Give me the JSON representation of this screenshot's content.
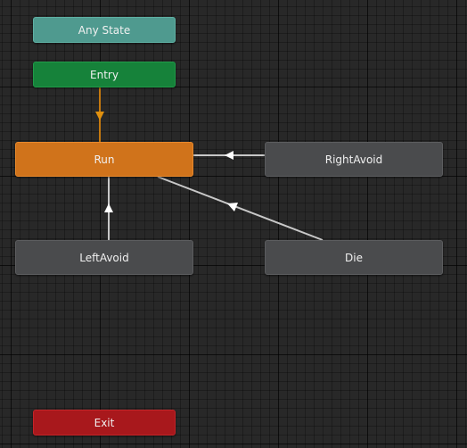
{
  "states": {
    "any_state": {
      "label": "Any State"
    },
    "entry": {
      "label": "Entry"
    },
    "run": {
      "label": "Run"
    },
    "right_avoid": {
      "label": "RightAvoid"
    },
    "left_avoid": {
      "label": "LeftAvoid"
    },
    "die": {
      "label": "Die"
    },
    "exit": {
      "label": "Exit"
    }
  },
  "transitions": [
    {
      "from": "Entry",
      "to": "Run",
      "color": "#c5790f",
      "kind": "default"
    },
    {
      "from": "RightAvoid",
      "to": "Run",
      "color": "#c8c8c8"
    },
    {
      "from": "LeftAvoid",
      "to": "Run",
      "color": "#c8c8c8"
    },
    {
      "from": "Die",
      "to": "Run",
      "color": "#c8c8c8"
    }
  ],
  "colors": {
    "any_state": "#4f9a8f",
    "entry": "#16823a",
    "run_default": "#d0731b",
    "normal_state": "#4a4b4d",
    "exit": "#a8181c",
    "background": "#282828"
  }
}
